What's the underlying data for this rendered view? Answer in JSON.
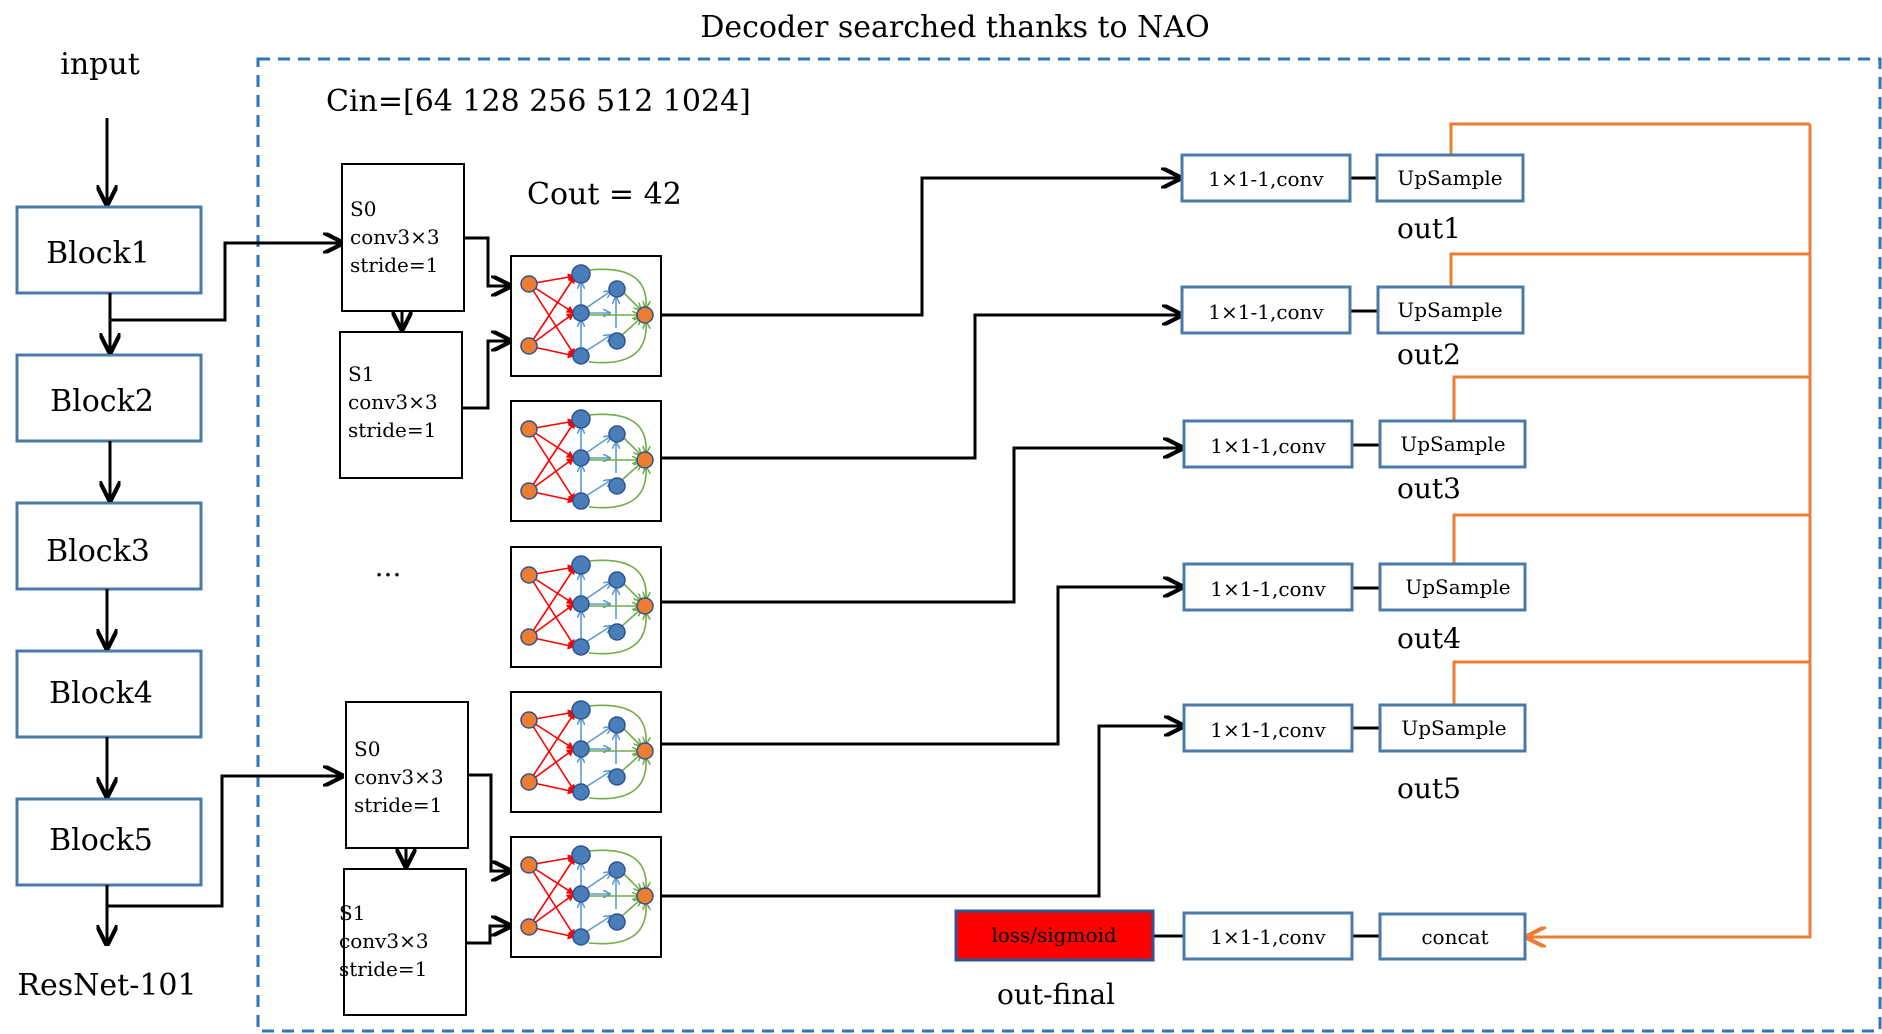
{
  "title": "Decoder searched thanks to NAO",
  "cin": "Cin=[64 128 256 512 1024]",
  "cout": "Cout = 42",
  "input_label": "input",
  "backbone_label": "ResNet-101",
  "blocks": [
    "Block1",
    "Block2",
    "Block3",
    "Block4",
    "Block5"
  ],
  "stem_upper": {
    "s0": [
      "S0",
      "conv3×3",
      "stride=1"
    ],
    "s1": [
      "S1",
      "conv3×3",
      "stride=1"
    ]
  },
  "stem_lower": {
    "s0": [
      "S0",
      "conv3×3",
      "stride=1"
    ],
    "s1": [
      "S1",
      "conv3×3",
      "stride=1"
    ]
  },
  "ellipsis": "...",
  "conv_label": "1×1-1,conv",
  "upsample_label": "UpSample",
  "outputs": [
    "out1",
    "out2",
    "out3",
    "out4",
    "out5"
  ],
  "final": {
    "loss": "loss/sigmoid",
    "conv": "1×1-1,conv",
    "concat": "concat",
    "label": "out-final"
  },
  "colors": {
    "box_border": "#4a7aa8",
    "dashed_border": "#2e75b6",
    "orange_line": "#ed7d31",
    "loss_fill": "#ff0000",
    "node_orange": "#ed7d31",
    "node_blue": "#4a7ebb",
    "edge_red": "#ff0000",
    "edge_blue": "#5b9bd5",
    "edge_green": "#70ad47"
  }
}
